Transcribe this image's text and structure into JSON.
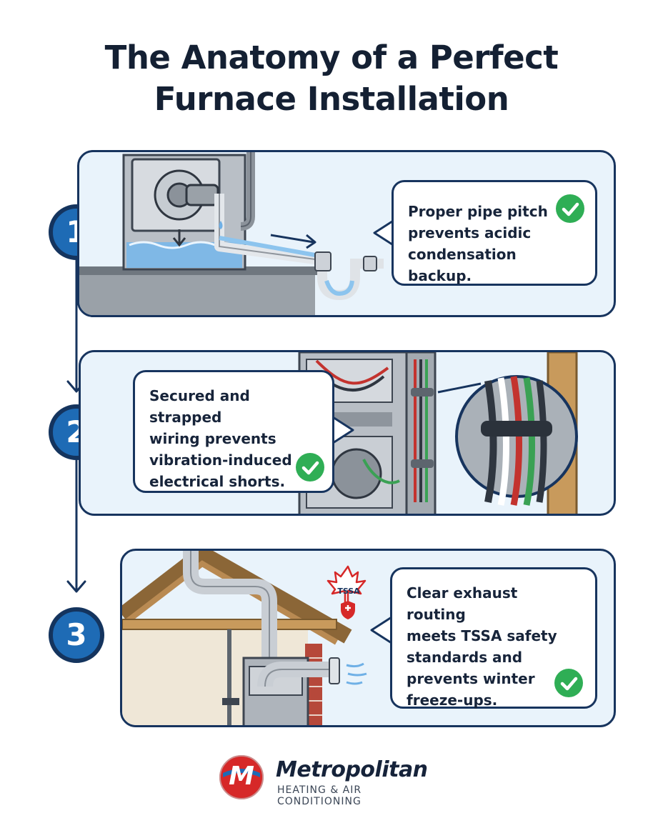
{
  "title": {
    "line1": "The Anatomy of a Perfect",
    "line2": "Furnace Installation"
  },
  "steps": [
    {
      "number": "1",
      "callout": "Proper pipe pitch\nprevents acidic\ncondensation backup.",
      "icon": "check-circle-icon"
    },
    {
      "number": "2",
      "callout": "Secured and strapped\nwiring prevents\nvibration-induced\nelectrical shorts.",
      "icon": "check-circle-icon"
    },
    {
      "number": "3",
      "callout": "Clear exhaust routing\nmeets TSSA safety\nstandards and\nprevents winter\nfreeze-ups.",
      "icon": "check-circle-icon"
    }
  ],
  "tssa_badge": "TSSA",
  "brand": {
    "name": "Metropolitan",
    "tagline": "HEATING & AIR CONDITIONING",
    "logo_letter": "M"
  },
  "colors": {
    "navy": "#17345e",
    "badge_blue": "#1e6bb5",
    "panel_bg": "#e9f3fb",
    "check_green": "#2fae55",
    "brand_red": "#d62828"
  }
}
